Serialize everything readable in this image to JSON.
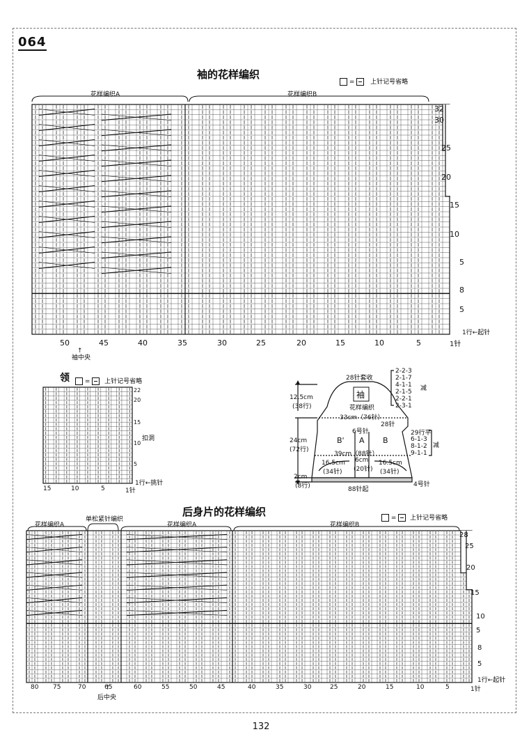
{
  "page_label": "064",
  "page_number": "132",
  "sleeve": {
    "title": "袖的花样编织",
    "legend_text": "上针记号省略",
    "sections": [
      "花样编织A",
      "花样编织B"
    ],
    "right_rows": [
      "32",
      "30",
      "25",
      "20",
      "15",
      "10",
      "5",
      "8",
      "5"
    ],
    "row_start": "1行←起针",
    "bottom_nums": [
      "50",
      "45",
      "40",
      "35",
      "30",
      "25",
      "20",
      "15",
      "10",
      "5"
    ],
    "bottom_end": "1针",
    "center_label": "袖中央"
  },
  "collar": {
    "title": "领",
    "legend_text": "上针记号省略",
    "right_rows": [
      "22",
      "20",
      "15",
      "10",
      "5"
    ],
    "hole_label": "扣洞",
    "row_start": "1行←挑针",
    "bottom_nums": [
      "15",
      "10",
      "5"
    ],
    "bottom_end": "1针"
  },
  "diagram": {
    "top": "28针套收",
    "sleeve_char": "袖",
    "pattern_label": "花样编织",
    "cap_height": "12.5cm",
    "cap_rows": "(38行)",
    "width33": "33cm（76针）",
    "dec28": "28针",
    "needle6": "6号针",
    "rows29": "29行平",
    "body_height": "24cm",
    "body_rows": "(72行)",
    "label_B1": "B'",
    "label_A": "A",
    "label_B2": "B",
    "width39": "39cm（88针）",
    "w6": "6cm",
    "w6s": "(20针)",
    "w165a": "16.5cm",
    "w165a_s": "(34针)",
    "w165b": "16.5cm",
    "w165b_s": "(34针)",
    "rib_h": "2cm",
    "rib_rows": "(8行)",
    "cast_on": "88针起",
    "needle4": "4号针",
    "dec_top": [
      "2-2-3",
      "2-1-7",
      "4-1-1",
      "2-1-5",
      "2-2-1",
      "2-3-1"
    ],
    "dec_top_label": "减",
    "dec_bottom": [
      "6-1-3",
      "8-1-2",
      "9-1-1"
    ],
    "dec_bottom_label": "减"
  },
  "back": {
    "title": "后身片的花样编织",
    "legend_text": "上针记号省略",
    "sections": [
      "花样编织A",
      "单松紧针编织",
      "花样编织A",
      "花样编织B"
    ],
    "right_rows": [
      "28",
      "25",
      "20",
      "15",
      "10",
      "5",
      "8",
      "5"
    ],
    "row_start": "1行←起针",
    "bottom_nums": [
      "80",
      "75",
      "70",
      "65",
      "60",
      "55",
      "50",
      "45",
      "40",
      "35",
      "30",
      "25",
      "20",
      "15",
      "10",
      "5"
    ],
    "bottom_end": "1针",
    "center_label": "后中央"
  }
}
